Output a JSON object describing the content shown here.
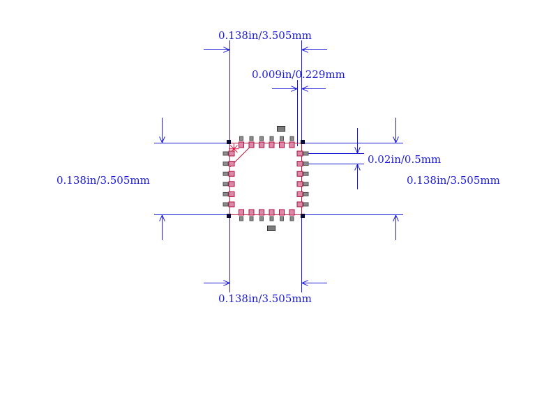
{
  "colors": {
    "dimension": "#1a1ad6",
    "body_outline": "#c0143c",
    "pad_fill": "#d88aa8",
    "pad_stroke": "#b01040",
    "lead_fill": "#8c8c8c",
    "lead_stroke": "#555555",
    "corner_mark": "#0a0a3a",
    "pin1_marker": "#e0103c"
  },
  "dimensions": {
    "top_width": "0.138in/3.505mm",
    "pad_width": "0.009in/0.229mm",
    "left_height": "0.138in/3.505mm",
    "pitch": "0.02in/0.5mm",
    "right_height": "0.138in/3.505mm",
    "bottom_width": "0.138in/3.505mm"
  },
  "package": {
    "pins_per_side": 6,
    "pin1_marker_glyph": "✳"
  }
}
